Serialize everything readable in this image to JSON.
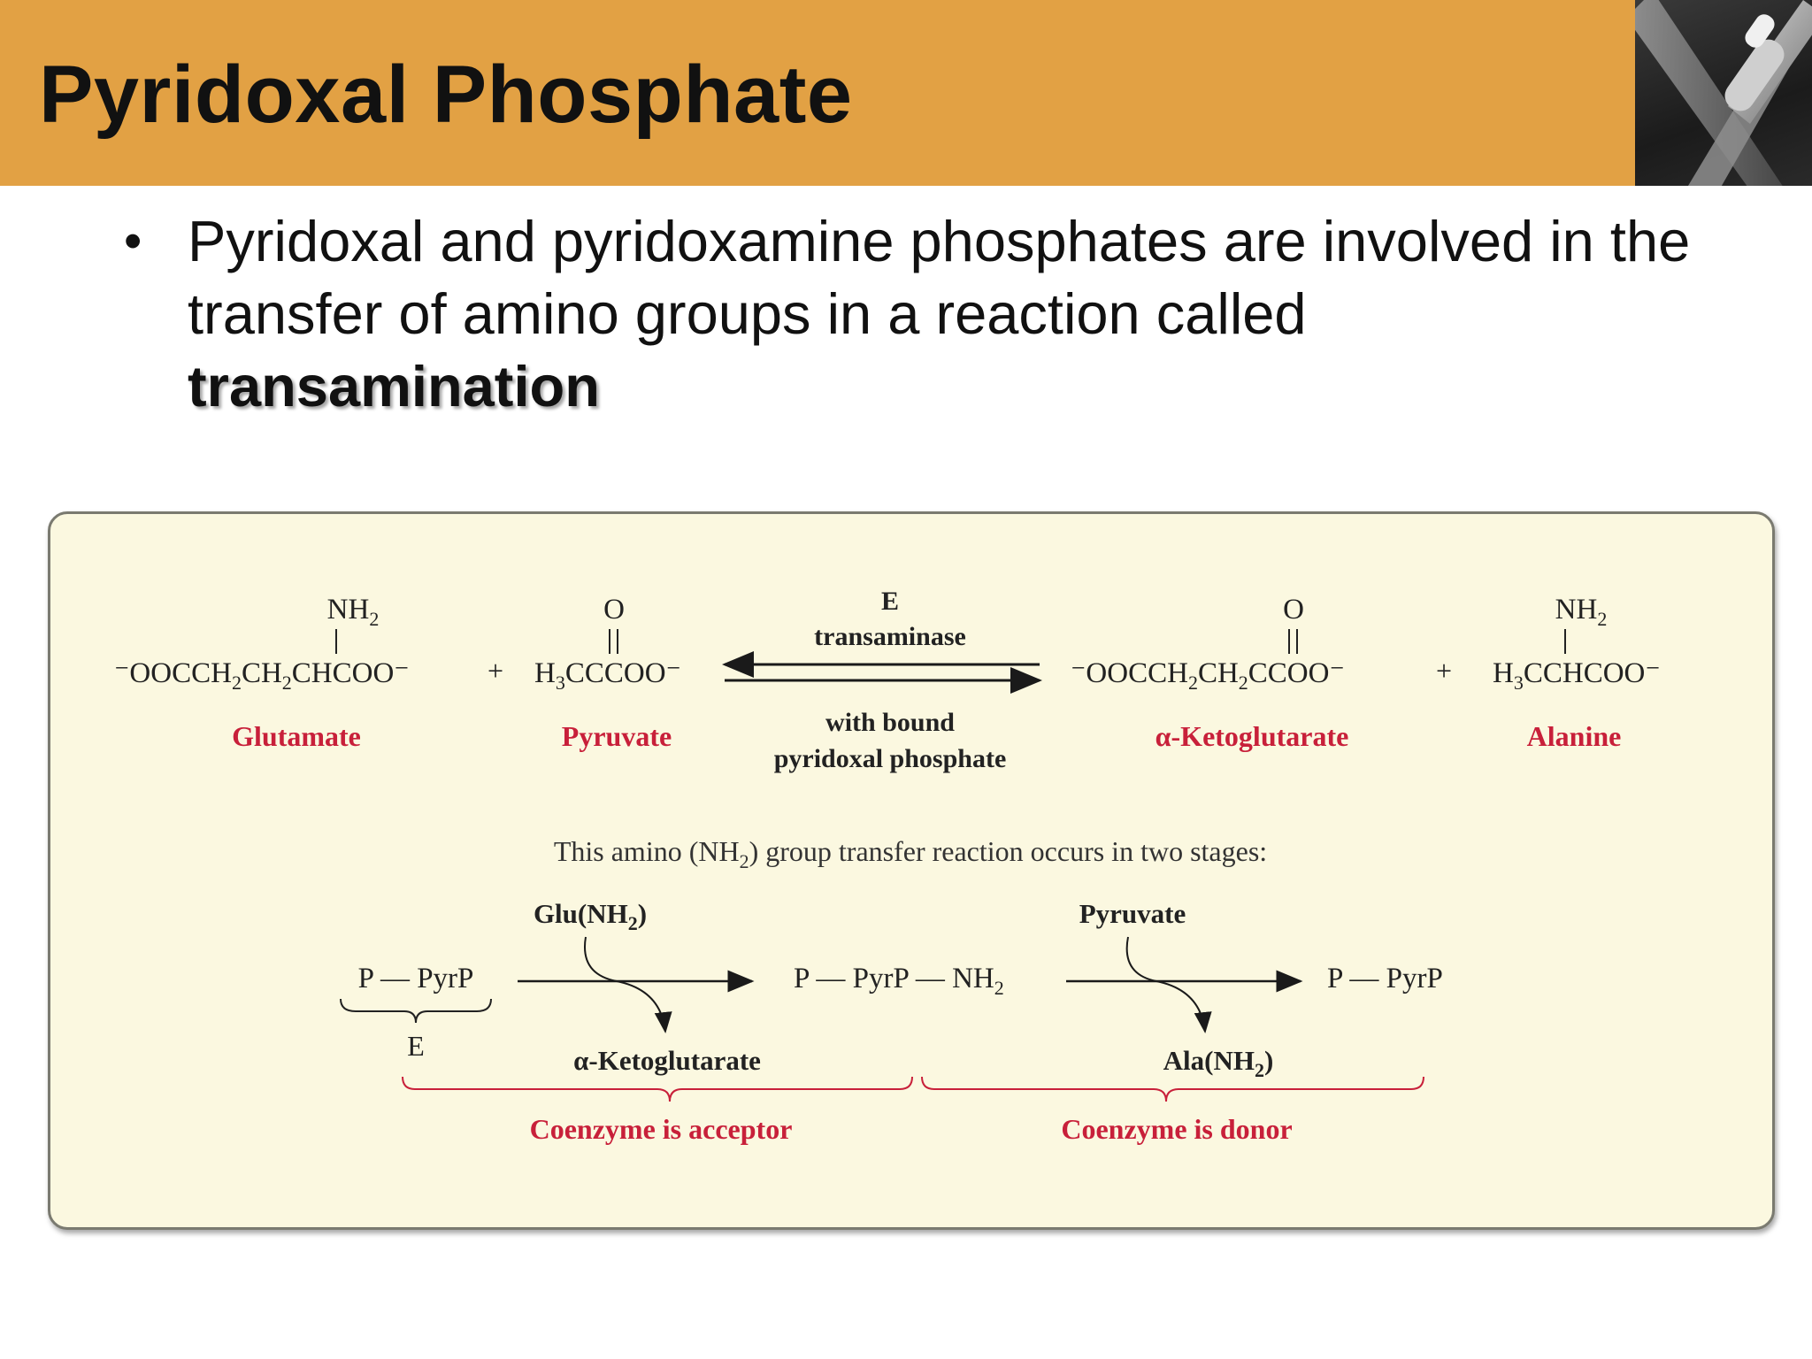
{
  "header": {
    "title": "Pyridoxal Phosphate"
  },
  "bullet": {
    "dot": "•",
    "text": "Pyridoxal and pyridoxamine phosphates are involved in the transfer of amino groups in a reaction called",
    "bold": "transamination"
  },
  "figure": {
    "reaction": {
      "glutamate": {
        "top": "NH",
        "top_sub": "2",
        "formula": "OOCCH",
        "formula_parts": [
          "⁻OOCCH",
          "2",
          "CH",
          "2",
          "CHCOO⁻"
        ],
        "name": "Glutamate"
      },
      "plus1": "+",
      "pyruvate": {
        "top": "O",
        "formula_parts": [
          "H",
          "3",
          "CCCOO⁻"
        ],
        "name": "Pyruvate"
      },
      "arrow_top_1": "E",
      "arrow_top_2": "transaminase",
      "arrow_bottom_1": "with bound",
      "arrow_bottom_2": "pyridoxal phosphate",
      "ketoglutarate": {
        "top": "O",
        "formula_parts": [
          "⁻OOCCH",
          "2",
          "CH",
          "2",
          "CCOO⁻"
        ],
        "name": "α-Ketoglutarate"
      },
      "plus2": "+",
      "alanine": {
        "top": "NH",
        "top_sub": "2",
        "formula_parts": [
          "H",
          "3",
          "CCHCOO⁻"
        ],
        "name": "Alanine"
      }
    },
    "stages_caption_parts": [
      "This amino (NH",
      "2",
      ") group transfer reaction occurs in two stages:"
    ],
    "stages": {
      "start": "P — PyrP",
      "enzyme_label": "E",
      "glu_in": [
        "Glu(NH",
        "2",
        ")"
      ],
      "akg_out": "α-Ketoglutarate",
      "middle_parts": [
        "P — PyrP — NH",
        "2"
      ],
      "pyruvate_in": "Pyruvate",
      "ala_out": [
        "Ala(NH",
        "2",
        ")"
      ],
      "end": "P — PyrP",
      "acceptor_label": "Coenzyme is acceptor",
      "donor_label": "Coenzyme is donor"
    },
    "colors": {
      "name_red": "#c8203a",
      "header_orange": "#e2a144",
      "panel_bg": "#fbf8e0"
    }
  }
}
